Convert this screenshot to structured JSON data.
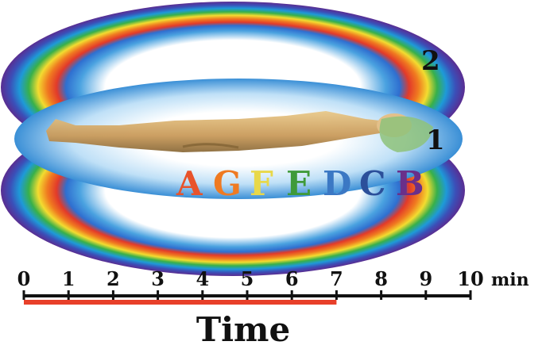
{
  "field_labels": {
    "inner": "1",
    "outer": "2"
  },
  "body_letters": [
    {
      "letter": "A",
      "color": "#e8532b"
    },
    {
      "letter": "G",
      "color": "#ef7a22"
    },
    {
      "letter": "F",
      "color": "#e8d84a"
    },
    {
      "letter": "E",
      "color": "#3f9a3a"
    },
    {
      "letter": "D",
      "color": "#3b78c4"
    },
    {
      "letter": "C",
      "color": "#2b4f9a"
    },
    {
      "letter": "B",
      "color": "#6a2f8a"
    }
  ],
  "timeline": {
    "ticks": [
      "0",
      "1",
      "2",
      "3",
      "4",
      "5",
      "6",
      "7",
      "8",
      "9",
      "10"
    ],
    "unit": "min",
    "highlight_until": 7,
    "max": 10,
    "highlight_color": "#e8402a",
    "label": "Time"
  },
  "colors": {
    "outer_rim": "#5a2d91",
    "inner_field": "#3a8fd6",
    "field_core": "#ffffff"
  }
}
